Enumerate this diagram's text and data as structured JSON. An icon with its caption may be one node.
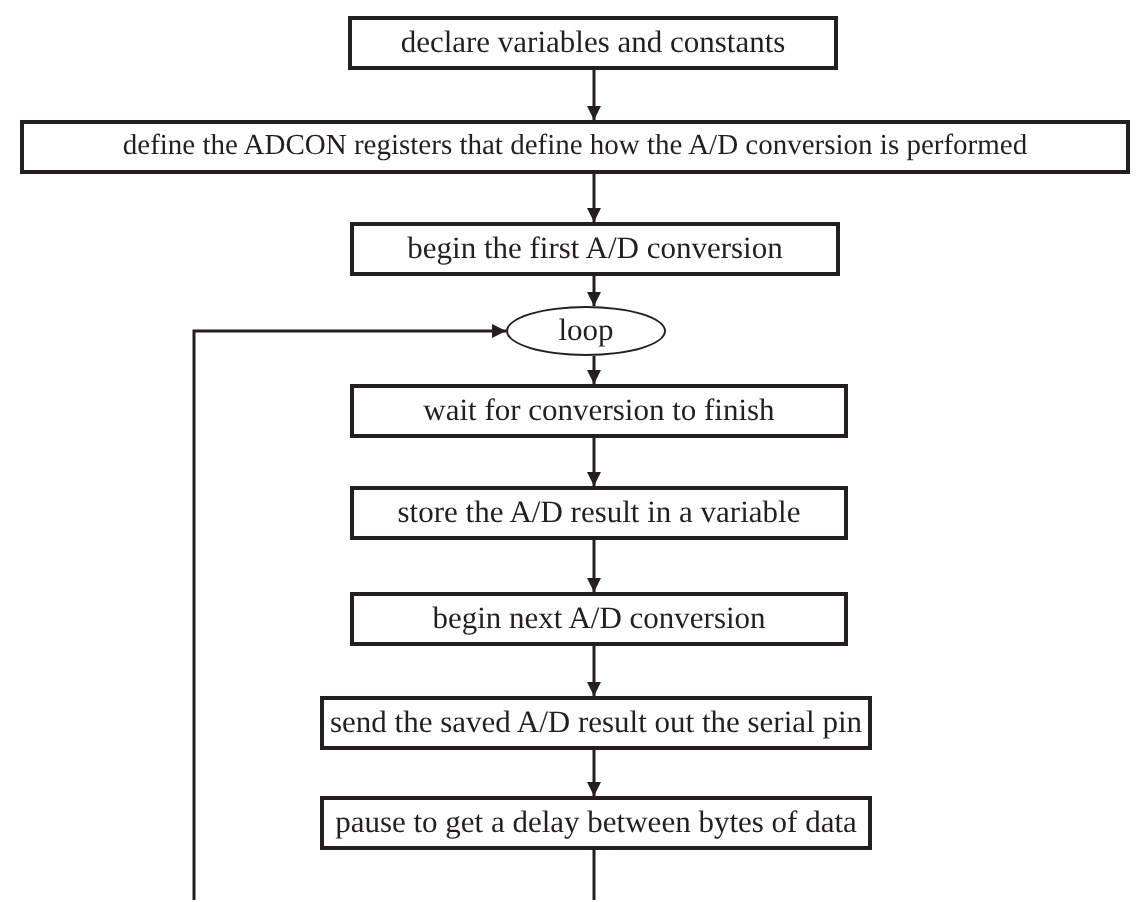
{
  "diagram": {
    "nodes": [
      {
        "text": [
          "declare variables and constants"
        ]
      },
      {
        "text": [
          "define the ADCON registers that define how the A/D conversion is performed"
        ]
      },
      {
        "text": [
          "begin the first A/D conversion"
        ]
      },
      {
        "text": [
          "loop"
        ]
      },
      {
        "text": [
          "wait for conversion to finish"
        ]
      },
      {
        "text": [
          "store the A/D result in a variable"
        ]
      },
      {
        "text": [
          "begin next A/D conversion"
        ]
      },
      {
        "text": [
          "send the saved A/D result out the serial pin"
        ]
      },
      {
        "text": [
          "pause to get a delay between bytes of data"
        ]
      }
    ],
    "edges": [
      {
        "from": 0,
        "to": 1,
        "arrow": "to"
      },
      {
        "from": 1,
        "to": 2,
        "arrow": "to"
      },
      {
        "from": 2,
        "to": 3,
        "arrow": "to"
      },
      {
        "from": 3,
        "to": 4,
        "arrow": "to"
      },
      {
        "from": 4,
        "to": 5,
        "arrow": "to"
      },
      {
        "from": 5,
        "to": 6,
        "arrow": "to"
      },
      {
        "from": 6,
        "to": 7,
        "arrow": "to"
      },
      {
        "from": 7,
        "to": 8,
        "arrow": "to"
      },
      {
        "from": 8,
        "to": null,
        "arrow": "none"
      },
      {
        "from": null,
        "to": 3,
        "arrow": "to"
      }
    ]
  }
}
